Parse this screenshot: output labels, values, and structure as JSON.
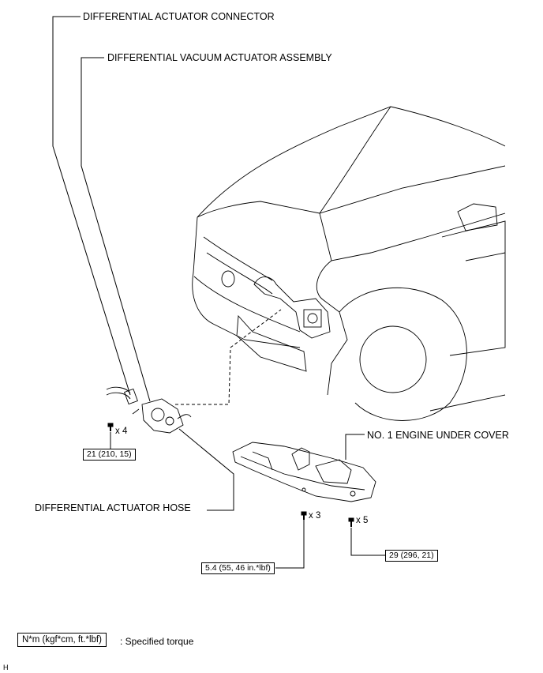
{
  "labels": {
    "connector": "DIFFERENTIAL ACTUATOR CONNECTOR",
    "vacuum_actuator": "DIFFERENTIAL VACUUM ACTUATOR ASSEMBLY",
    "hose": "DIFFERENTIAL ACTUATOR HOSE",
    "under_cover": "NO. 1 ENGINE UNDER COVER"
  },
  "torques": {
    "actuator_bolt": "21 (210, 15)",
    "under_cover_small": "5.4 (55, 46 in.*lbf)",
    "under_cover_large": "29 (296, 21)"
  },
  "quantities": {
    "actuator_bolt": "x 4",
    "under_cover_small": "x 3",
    "under_cover_large": "x 5"
  },
  "legend": {
    "unit_box": "N*m (kgf*cm, ft.*lbf)",
    "description": ": Specified torque"
  },
  "corner_mark": "H"
}
